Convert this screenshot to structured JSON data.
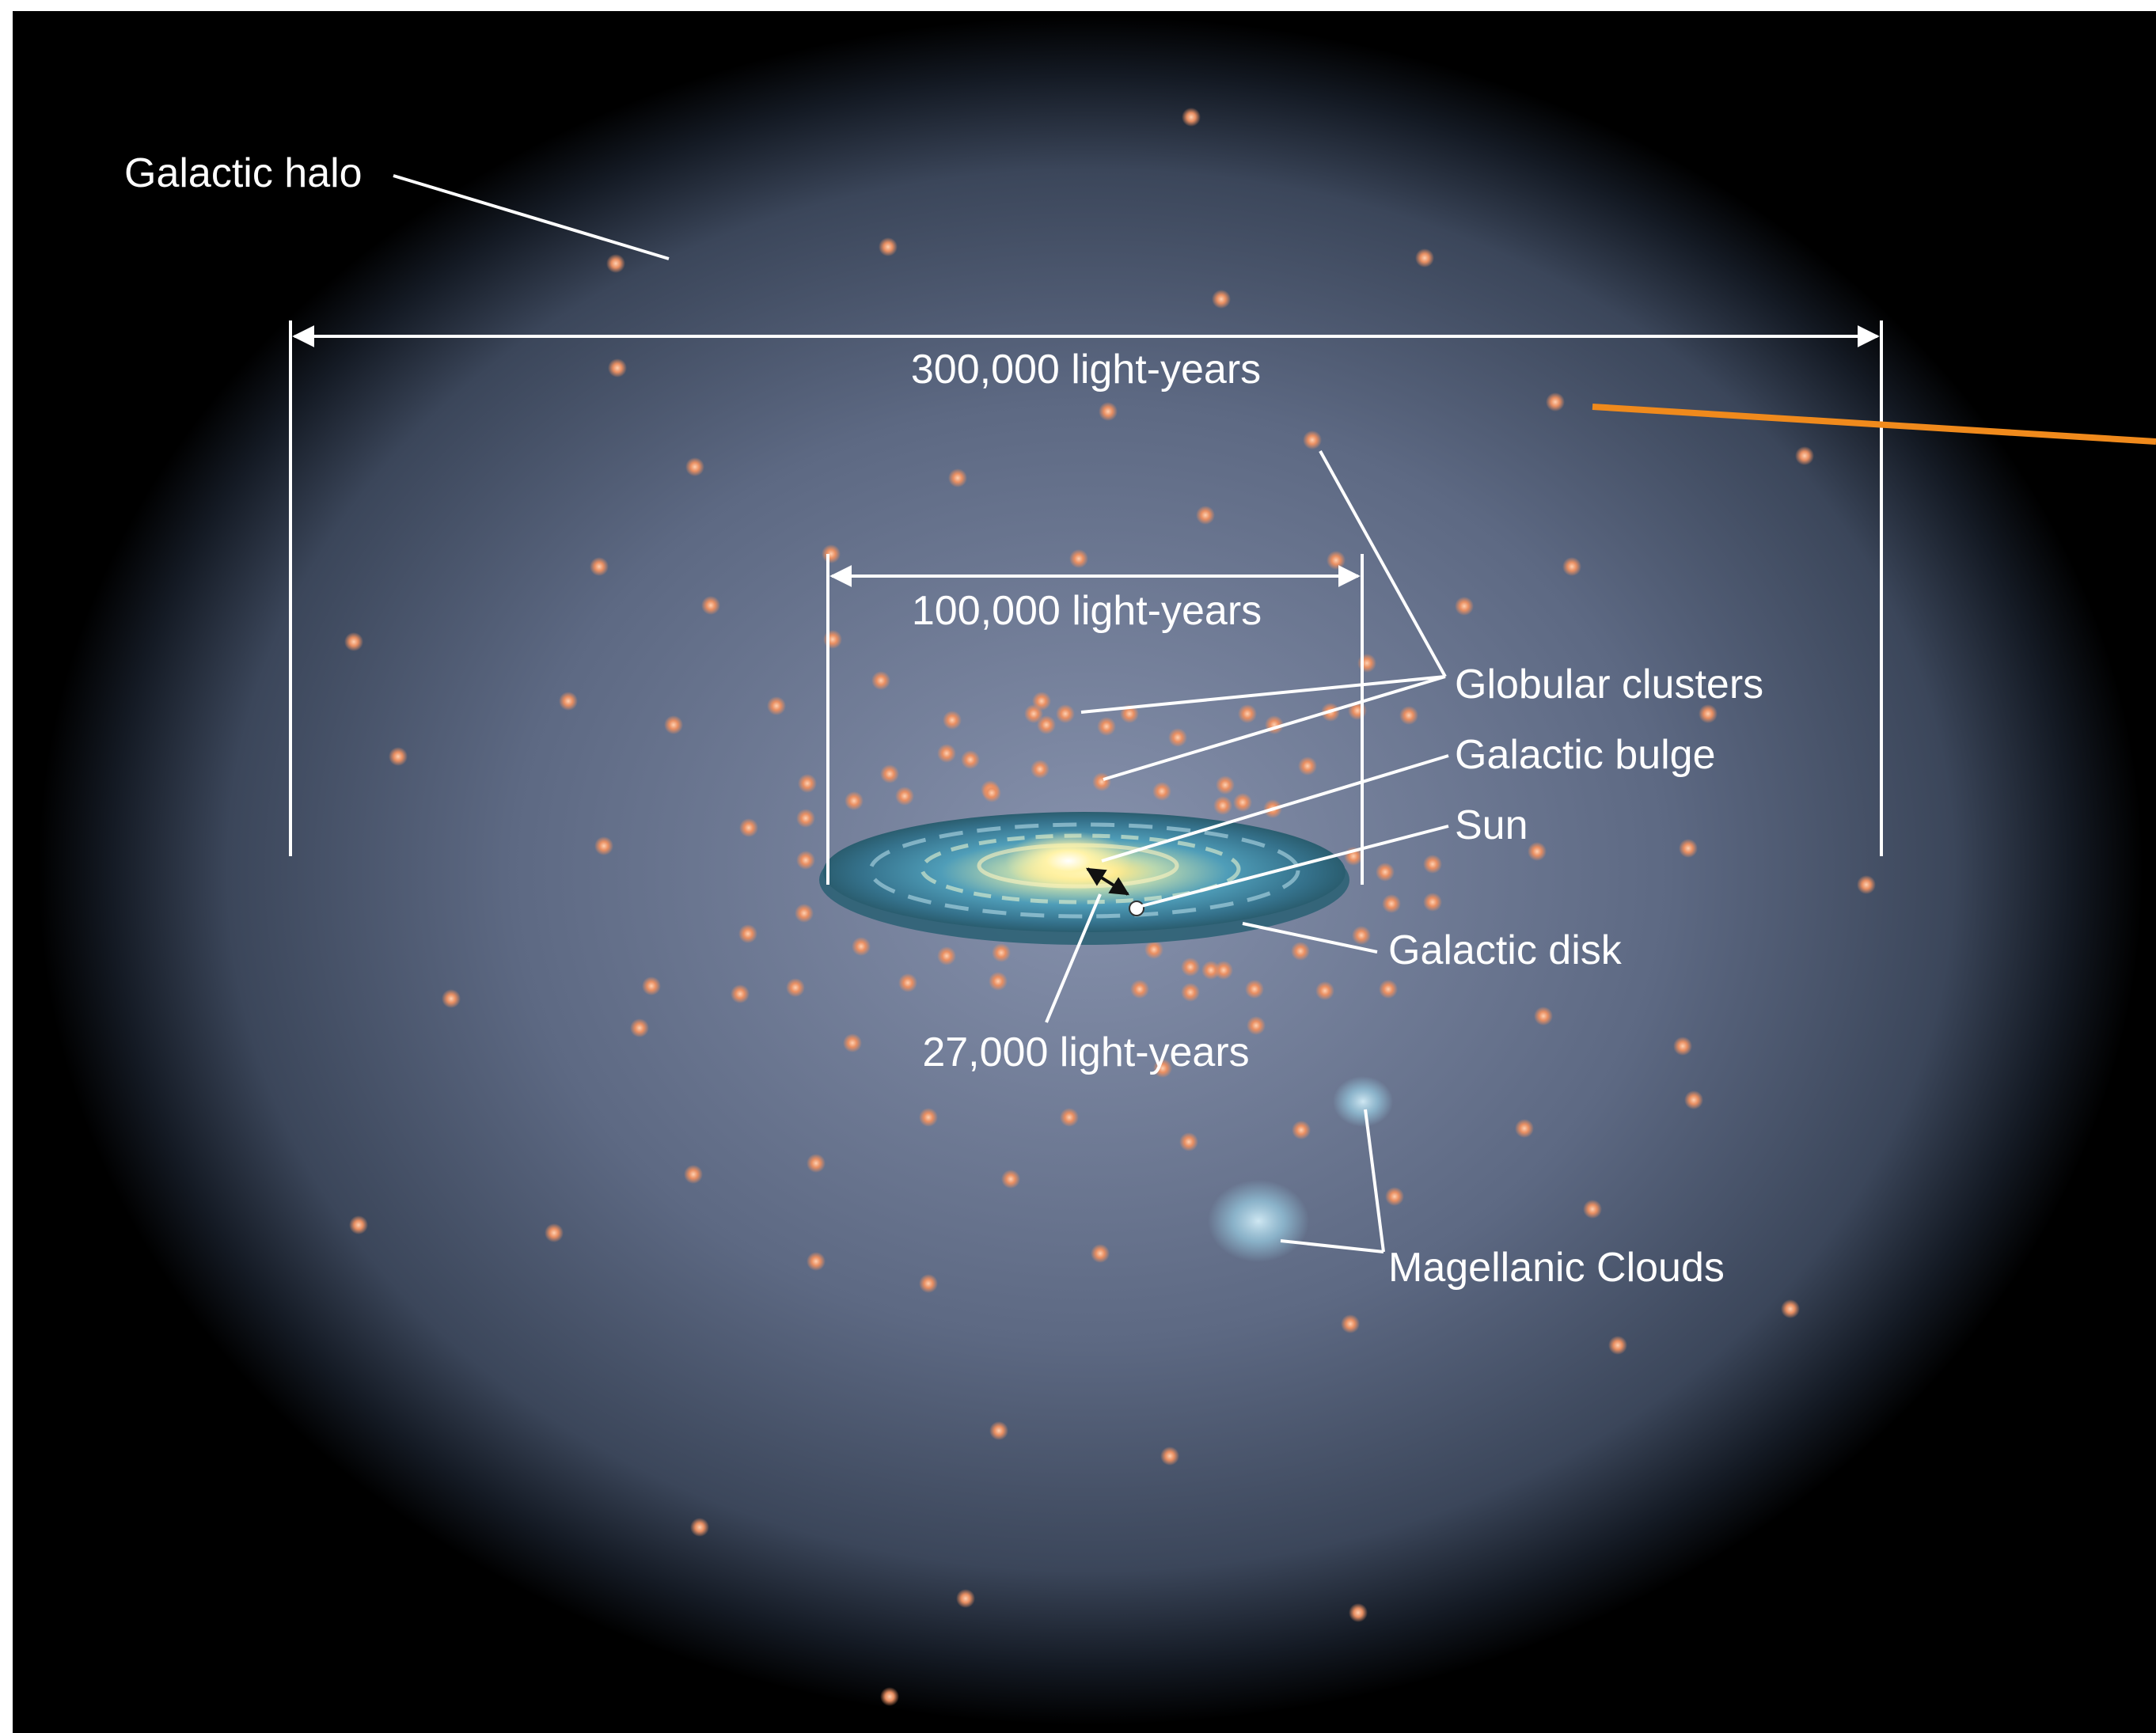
{
  "labels": {
    "galactic_halo": "Galactic halo",
    "span_300k": "300,000 light-years",
    "span_100k": "100,000 light-years",
    "globular_clusters": "Globular clusters",
    "galactic_bulge": "Galactic bulge",
    "sun": "Sun",
    "galactic_disk": "Galactic disk",
    "distance_27k": "27,000 light-years",
    "magellanic_clouds": "Magellanic Clouds"
  },
  "colors": {
    "background": "#000000",
    "halo_center": "#7c87a3",
    "halo_mid": "#4e5a72",
    "cluster_dot": "#e98f62",
    "label_text": "#ffffff",
    "pointer_line": "#f08a1c",
    "disk_blue": "#5aa8c8",
    "bulge_yellow": "#fff3a8"
  }
}
